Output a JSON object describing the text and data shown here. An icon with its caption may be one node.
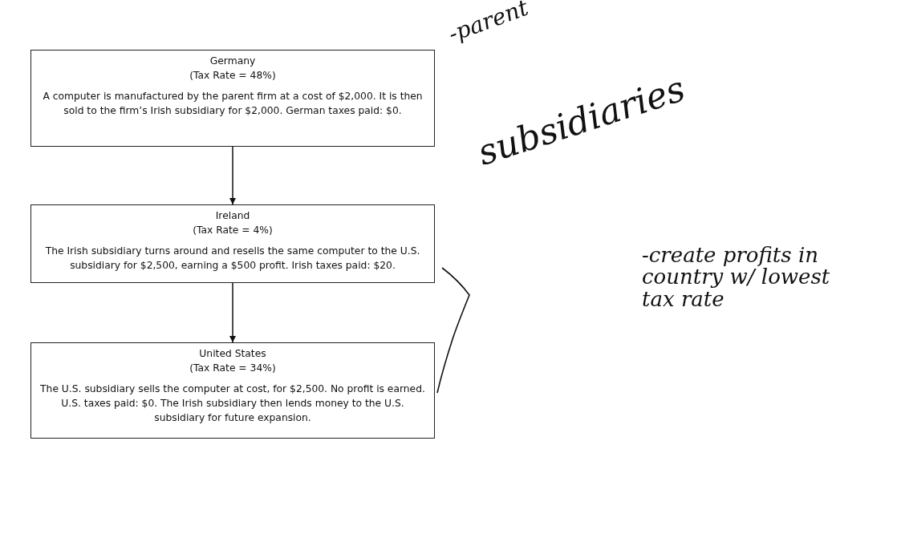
{
  "diagram": {
    "nodes": [
      {
        "text": [
          "Germany",
          "(Tax Rate = 48%)",
          "A computer is manufactured by the parent firm at a cost of $2,000. It is then sold to the firm’s Irish subsidiary for $2,000. German taxes paid: $0."
        ]
      },
      {
        "text": [
          "Ireland",
          "(Tax Rate = 4%)",
          "The Irish subsidiary turns around and resells the same computer to the U.S. subsidiary for $2,500, earning a $500 profit. Irish taxes paid: $20."
        ]
      },
      {
        "text": [
          "United States",
          "(Tax Rate = 34%)",
          "The U.S. subsidiary sells the computer at cost, for $2,500. No profit is earned. U.S. taxes paid: $0. The Irish subsidiary then lends money to the U.S. subsidiary for future expansion."
        ]
      }
    ],
    "edges": [
      {
        "from": 0,
        "to": 1,
        "arrow": "to"
      },
      {
        "from": 1,
        "to": 2,
        "arrow": "to"
      }
    ],
    "labels": [
      "-parent",
      "subsidiaries",
      "-create profits in country w/ lowest tax rate"
    ]
  }
}
